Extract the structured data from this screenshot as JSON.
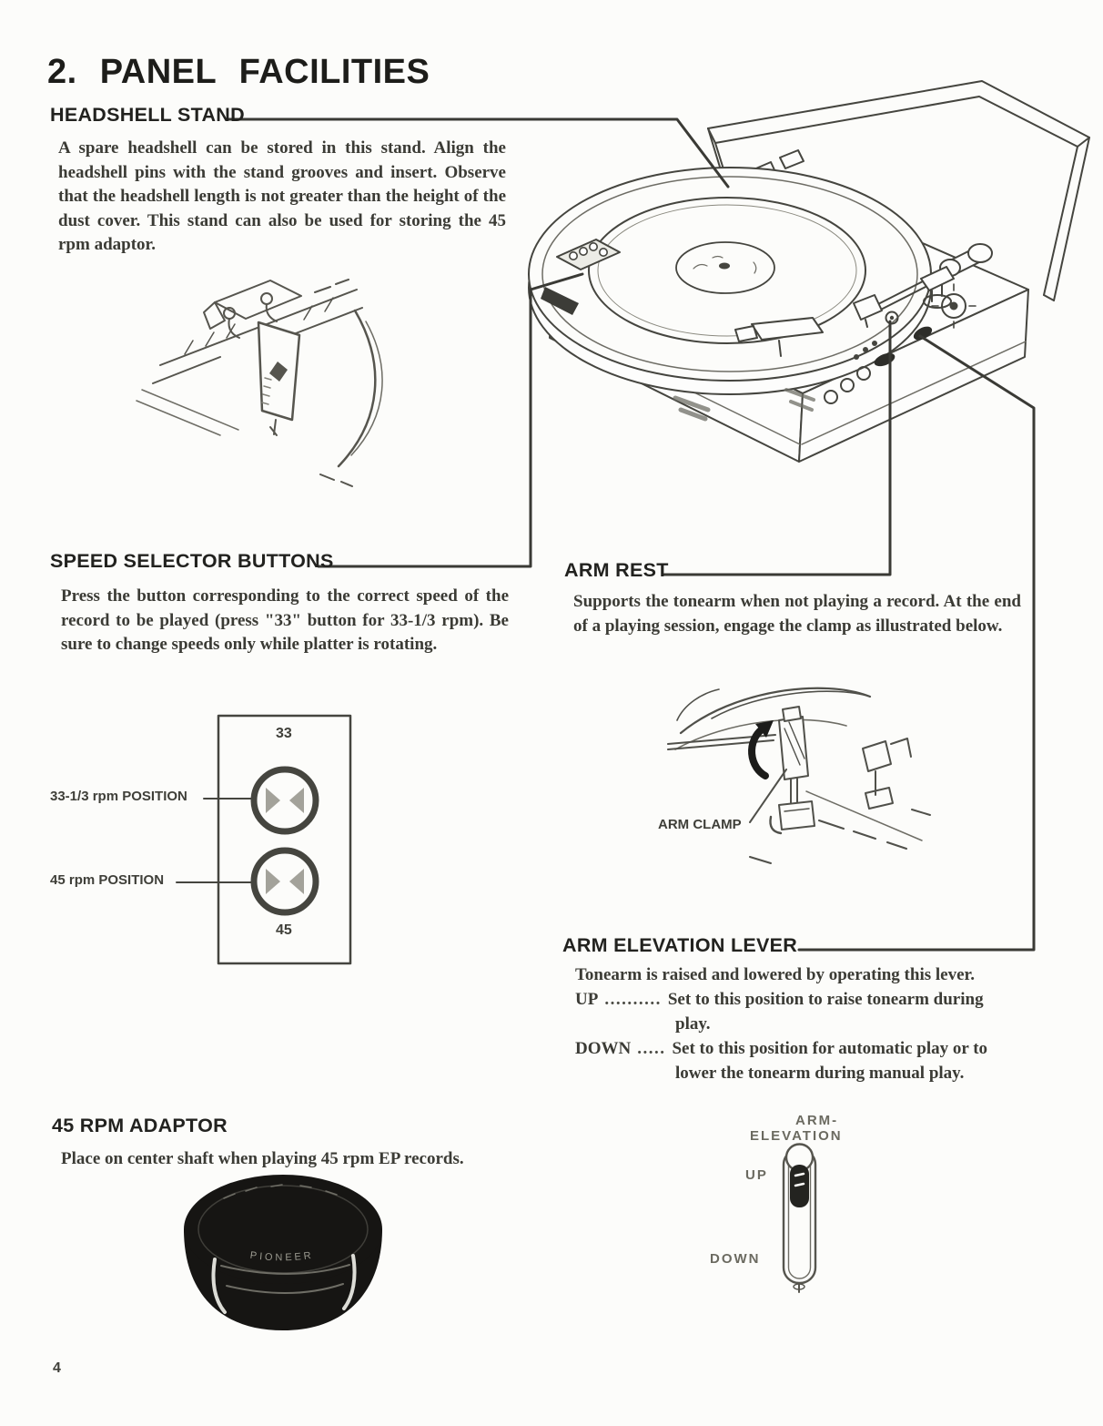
{
  "page": {
    "title": "2. PANEL FACILITIES",
    "page_number": "4"
  },
  "headshell": {
    "heading": "HEADSHELL STAND",
    "body": "A spare headshell can be stored in this stand. Align the headshell pins with the stand grooves and insert. Observe that the headshell length is not greater than the height of the dust cover. This stand can also be used for storing the 45 rpm adaptor."
  },
  "speed": {
    "heading": "SPEED SELECTOR BUTTONS",
    "body": "Press the button corresponding to the correct speed of the record to be played (press \"33\" button for 33-1/3 rpm). Be sure to change speeds only while platter is rotating.",
    "diagram": {
      "top_label": "33",
      "bottom_label": "45",
      "callout_33": "33-1/3 rpm POSITION",
      "callout_45": "45 rpm POSITION"
    }
  },
  "arm_rest": {
    "heading": "ARM REST",
    "body": "Supports the tonearm when not playing a record. At the end of a playing session, engage the clamp as illustrated below.",
    "diagram": {
      "label": "ARM CLAMP"
    }
  },
  "arm_elevation": {
    "heading": "ARM ELEVATION LEVER",
    "intro": "Tonearm is raised and lowered by operating this lever.",
    "up": {
      "term": "UP",
      "dots": "..........",
      "text": "Set to this position to raise tonearm during",
      "text2": "play."
    },
    "down": {
      "term": "DOWN",
      "dots": ".....",
      "text": "Set to this position for automatic play or to",
      "text2": "lower the tonearm during manual play."
    },
    "diagram": {
      "label_line1": "ARM-",
      "label_line2": "ELEVATION",
      "up": "UP",
      "down": "DOWN"
    }
  },
  "adaptor": {
    "heading": "45 RPM ADAPTOR",
    "body": "Place on center shaft when playing 45 rpm EP records.",
    "rim_text": "PIONEER"
  }
}
